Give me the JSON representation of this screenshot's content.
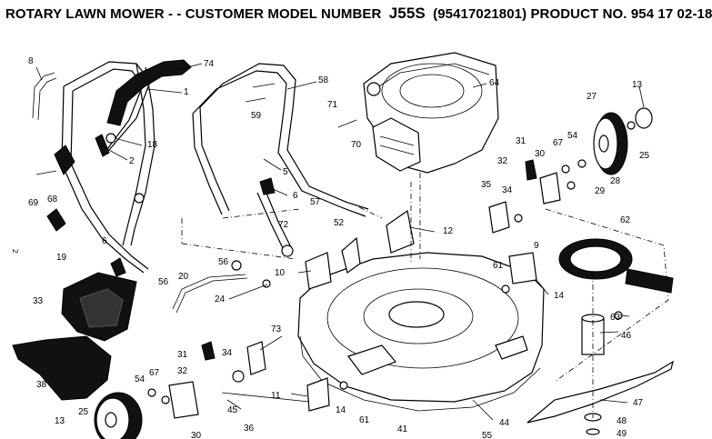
{
  "header": {
    "title_prefix": "ROTARY LAWN MOWER - - CUSTOMER MODEL NUMBER",
    "model": "J55S",
    "title_suffix": "(95417021801) PRODUCT NO. 954 17 02-18"
  },
  "page_marker": "2",
  "callouts": {
    "c8": "8",
    "c74": "74",
    "c1": "1",
    "c58": "58",
    "c64": "64",
    "c13a": "13",
    "c71": "71",
    "c59": "59",
    "c27": "27",
    "c18": "18",
    "c2": "2",
    "c70": "70",
    "c54a": "54",
    "c67a": "67",
    "c31a": "31",
    "c30a": "30",
    "c25a": "25",
    "c32a": "32",
    "c28": "28",
    "c29": "29",
    "c69": "69",
    "c68": "68",
    "c5": "5",
    "c6a": "6",
    "c35": "35",
    "c34a": "34",
    "c57": "57",
    "c52": "52",
    "c12": "12",
    "c72": "72",
    "c62": "62",
    "c19": "19",
    "c6b": "6",
    "c9": "9",
    "c56a": "56",
    "c10": "10",
    "c61a": "61",
    "c20": "20",
    "c14a": "14",
    "c56b": "56",
    "c24": "24",
    "c33": "33",
    "c63": "63",
    "c73": "73",
    "c46": "46",
    "c31b": "31",
    "c34b": "34",
    "c38": "38",
    "c32b": "32",
    "c54b": "54",
    "c67b": "67",
    "c11": "11",
    "c47": "47",
    "c45": "45",
    "c14b": "14",
    "c13b": "13",
    "c25b": "25",
    "c30b": "30",
    "c36": "36",
    "c41": "41",
    "c61b": "61",
    "c44": "44",
    "c48": "48",
    "c49": "49",
    "c55": "55"
  }
}
